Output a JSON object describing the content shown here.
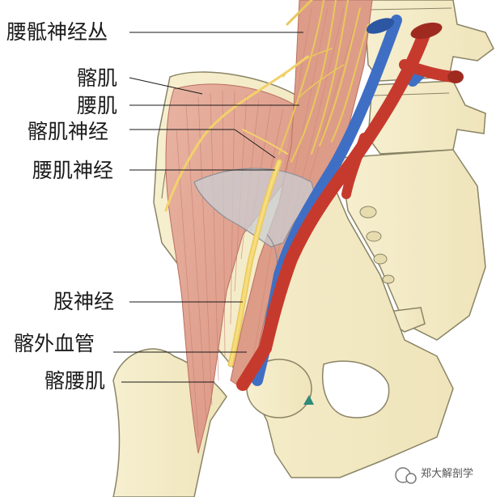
{
  "labels": {
    "lumbosacral_plexus": "腰骶神经丛",
    "iliacus": "髂肌",
    "psoas": "腰肌",
    "iliacus_nerve": "髂肌神经",
    "psoas_nerve": "腰肌神经",
    "femoral_nerve": "股神经",
    "external_iliac_vessels": "髂外血管",
    "iliopsoas": "髂腰肌"
  },
  "watermark": {
    "text": "郑大解剖学"
  },
  "colors": {
    "bone": "#f4ecc9",
    "bone_outline": "#8a8466",
    "muscle": "#e3a796",
    "muscle_line": "#c9806f",
    "nerve": "#f2d16a",
    "artery": "#c63a2d",
    "vein": "#3f6fc4",
    "ligament": "#c9cdd3"
  }
}
